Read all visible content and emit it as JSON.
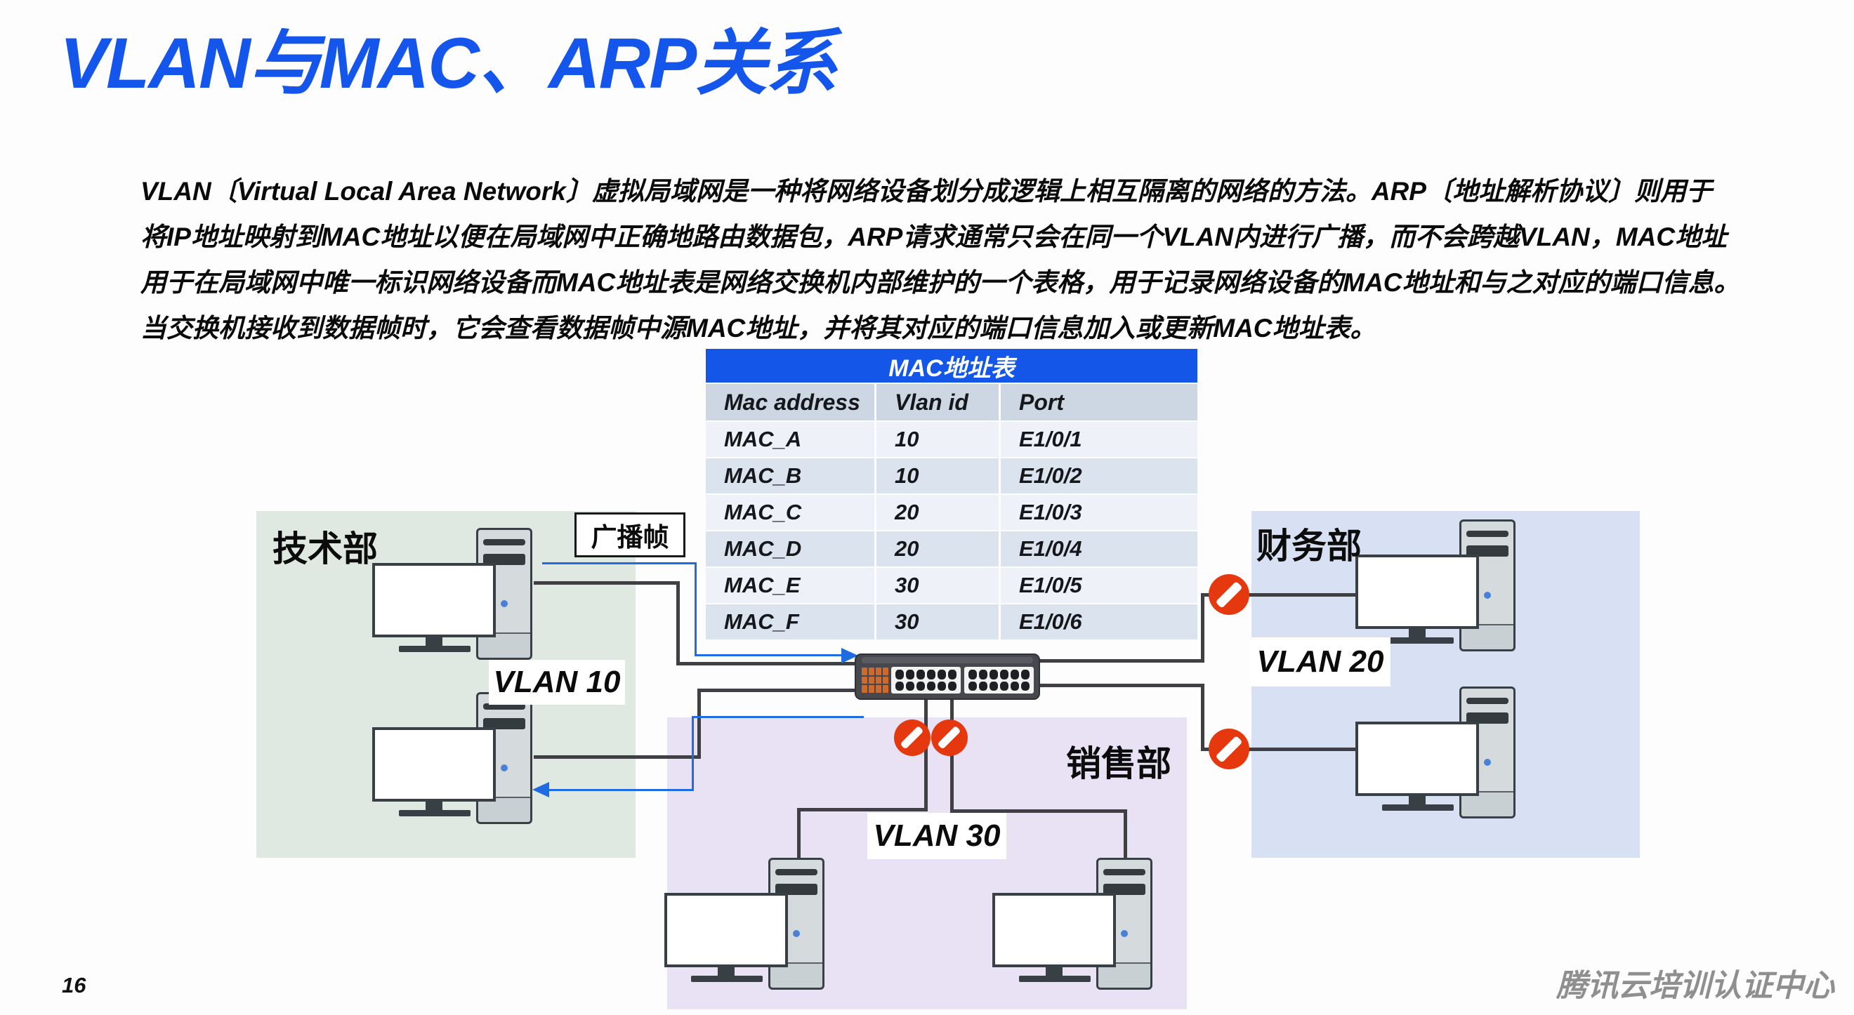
{
  "page": {
    "title": "VLAN与MAC、ARP关系",
    "page_number": "16",
    "footer": "腾讯云培训认证中心"
  },
  "description": {
    "lines": [
      "VLAN〔Virtual Local Area Network〕虚拟局域网是一种将网络设备划分成逻辑上相互隔离的网络的方法。ARP〔地址解析协议〕则用于",
      "将IP地址映射到MAC地址以便在局域网中正确地路由数据包，ARP请求通常只会在同一个VLAN内进行广播，而不会跨越VLAN，MAC地址",
      "用于在局域网中唯一标识网络设备而MAC地址表是网络交换机内部维护的一个表格，用于记录网络设备的MAC地址和与之对应的端口信息。",
      "当交换机接收到数据帧时，它会查看数据帧中源MAC地址，并将其对应的端口信息加入或更新MAC地址表。"
    ]
  },
  "mac_table": {
    "title": "MAC地址表",
    "columns": [
      "Mac address",
      "Vlan id",
      "Port"
    ],
    "rows": [
      [
        "MAC_A",
        "10",
        "E1/0/1"
      ],
      [
        "MAC_B",
        "10",
        "E1/0/2"
      ],
      [
        "MAC_C",
        "20",
        "E1/0/3"
      ],
      [
        "MAC_D",
        "20",
        "E1/0/4"
      ],
      [
        "MAC_E",
        "30",
        "E1/0/5"
      ],
      [
        "MAC_F",
        "30",
        "E1/0/6"
      ]
    ]
  },
  "diagram": {
    "broadcast_frame_label": "广播帧",
    "departments": [
      {
        "name": "技术部",
        "vlan": "VLAN 10"
      },
      {
        "name": "财务部",
        "vlan": "VLAN 20"
      },
      {
        "name": "销售部",
        "vlan": "VLAN 30"
      }
    ],
    "colors": {
      "accent_blue": "#1457e8",
      "tech_panel": "#dfe9e1",
      "finance_panel": "#d8e1f3",
      "sales_panel": "#e9e2f5",
      "wire": "#3f3f44",
      "broadcast_wire": "#1e6be2",
      "blocked_icon": "#e6380e"
    }
  }
}
